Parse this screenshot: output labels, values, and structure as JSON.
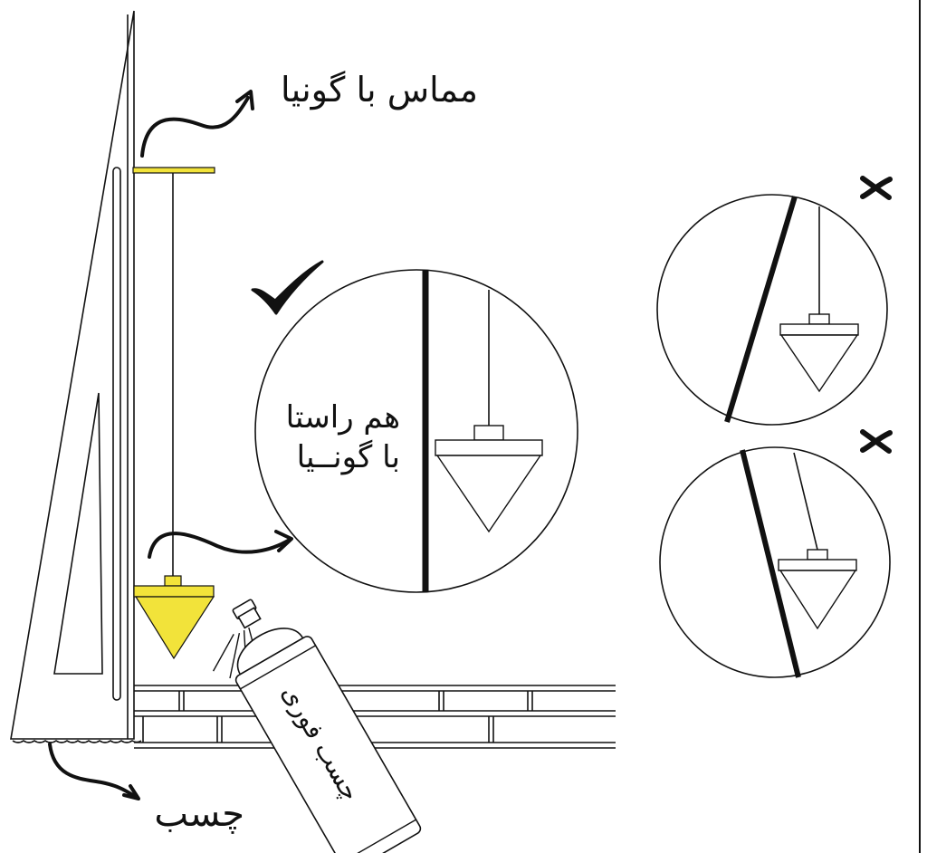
{
  "labels": {
    "contact_with_square": "مماس با گونیا",
    "aligned_line1": "هم راستا",
    "aligned_line2": "با گونــیا",
    "glue": "چسب",
    "spray_can": "چسب فوری"
  },
  "marks": {
    "correct": "checkmark-icon",
    "wrong": "x-mark-icon"
  },
  "colors": {
    "accent_yellow": "#f2e33a",
    "ink": "#111111",
    "background": "#ffffff"
  }
}
